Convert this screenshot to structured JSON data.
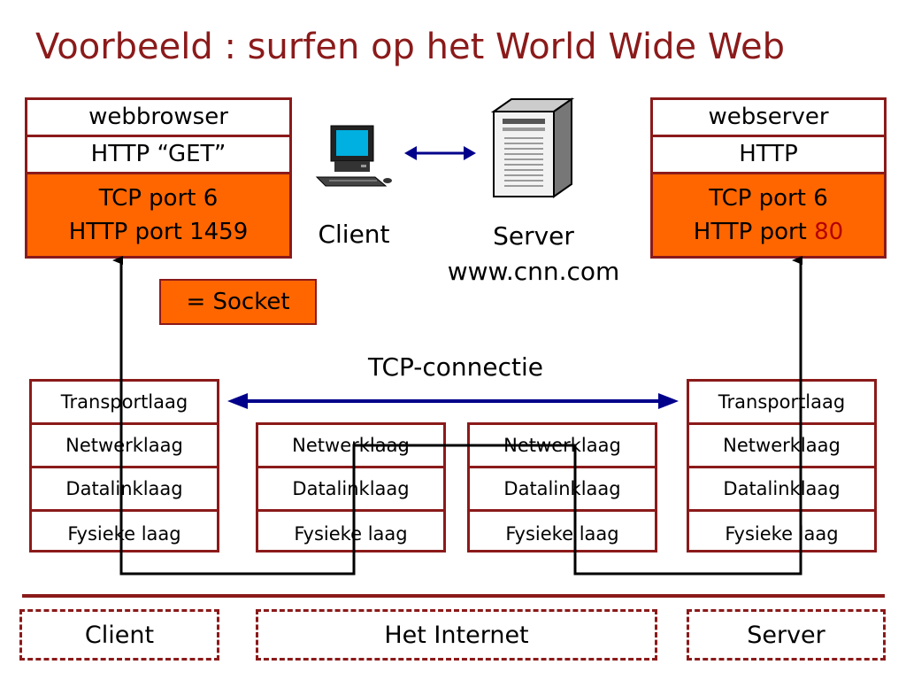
{
  "title": "Voorbeeld : surfen op het World Wide Web",
  "client_app": {
    "app": "webbrowser",
    "protocol": "HTTP “GET”",
    "tcp": "TCP port 6",
    "http_port_label": "HTTP port 1459",
    "http_port_number": ""
  },
  "server_app": {
    "app": "webserver",
    "protocol": "HTTP",
    "tcp": "TCP port 6",
    "http_port_label": "HTTP port ",
    "http_port_number": "80"
  },
  "client_label": "Client",
  "server_label": "Server",
  "server_host": "www.cnn.com",
  "socket_legend": "= Socket",
  "tcp_connection_label": "TCP-connectie",
  "stacks": {
    "client": [
      "Transportlaag",
      "Netwerklaag",
      "Datalinklaag",
      "Fysieke laag"
    ],
    "router1": [
      "Netwerklaag",
      "Datalinklaag",
      "Fysieke laag"
    ],
    "router2": [
      "Netwerklaag",
      "Datalinklaag",
      "Fysieke laag"
    ],
    "server": [
      "Transportlaag",
      "Netwerklaag",
      "Datalinklaag",
      "Fysieke laag"
    ]
  },
  "bottom": {
    "client": "Client",
    "internet": "Het Internet",
    "server": "Server"
  },
  "colors": {
    "border": "#8b1a1a",
    "socket_fill": "#ff6600",
    "arrow": "#00008b",
    "path_line": "#000000",
    "port_80": "#b30000"
  },
  "icons": [
    "desktop-computer-icon",
    "server-tower-icon",
    "double-arrow-icon"
  ]
}
